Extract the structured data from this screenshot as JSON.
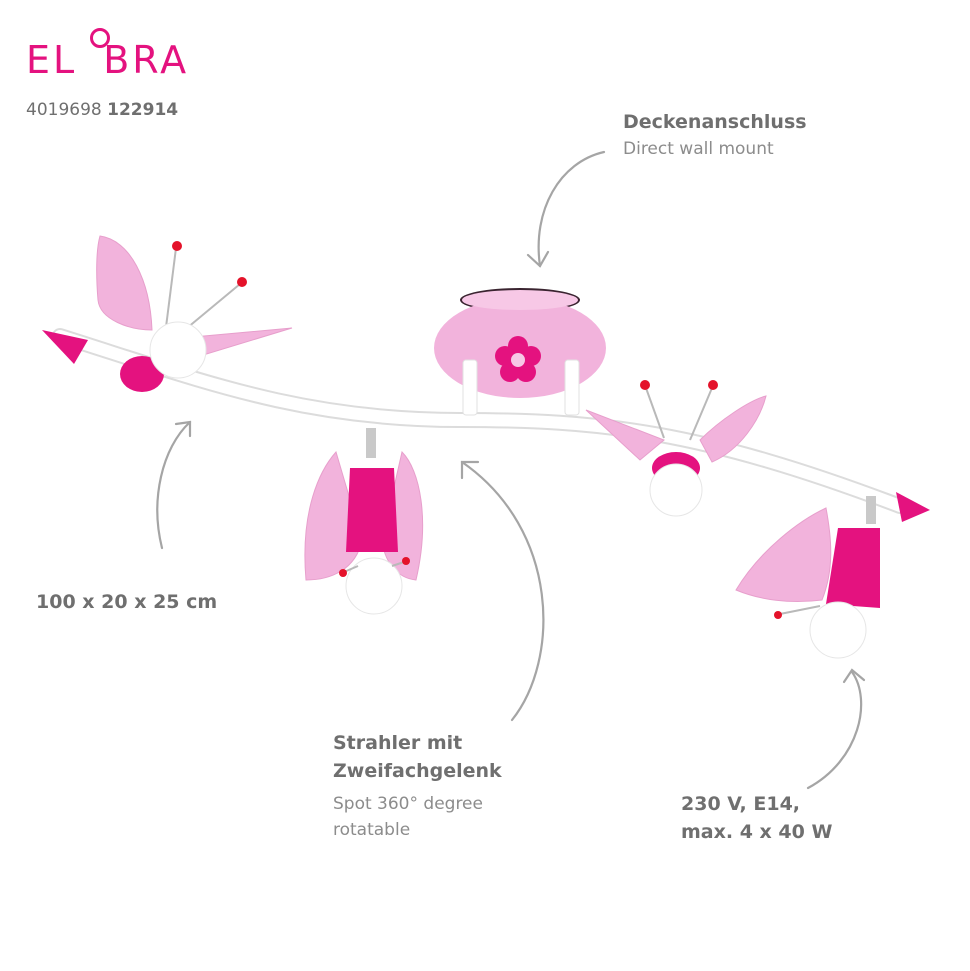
{
  "brand": {
    "logo_text": "ELOBRA"
  },
  "article": {
    "prefix": "4019698",
    "number": "122914"
  },
  "annotations": {
    "ceiling": {
      "title": "Deckenanschluss",
      "subtitle": "Direct wall mount"
    },
    "dimensions": {
      "text": "100 x 20 x 25 cm"
    },
    "spot": {
      "title_line1": "Strahler mit",
      "title_line2": "Zweifachgelenk",
      "subtitle_line1": "Spot 360° degree",
      "subtitle_line2": "rotatable"
    },
    "electrical": {
      "line1": "230 V, E14,",
      "line2": "max. 4 x 40 W"
    }
  },
  "colors": {
    "brand": "#e4127f",
    "pink_light": "#f2b3dc",
    "pink_dark": "#e4127f",
    "text": "#6f6f6f",
    "arrow": "#9a9a9a"
  },
  "product": {
    "lamps": 4,
    "motif": "butterfly",
    "icons": [
      "flower-icon",
      "butterfly-icon",
      "arrow-icon"
    ]
  }
}
